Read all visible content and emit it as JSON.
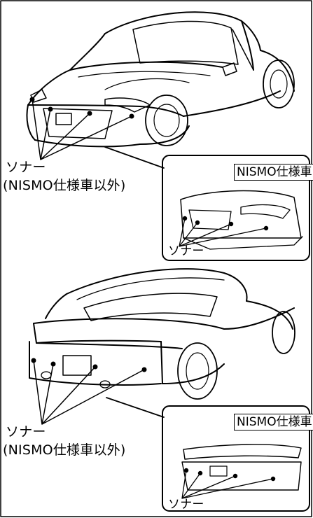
{
  "front": {
    "sonar_label": "ソナー",
    "sonar_condition": "(NISMO仕様車以外)",
    "inset_tag": "NISMO仕様車",
    "inset_sonar_label": "ソナー"
  },
  "rear": {
    "sonar_label": "ソナー",
    "sonar_condition": "(NISMO仕様車以外)",
    "inset_tag": "NISMO仕様車",
    "inset_sonar_label": "ソナー"
  }
}
